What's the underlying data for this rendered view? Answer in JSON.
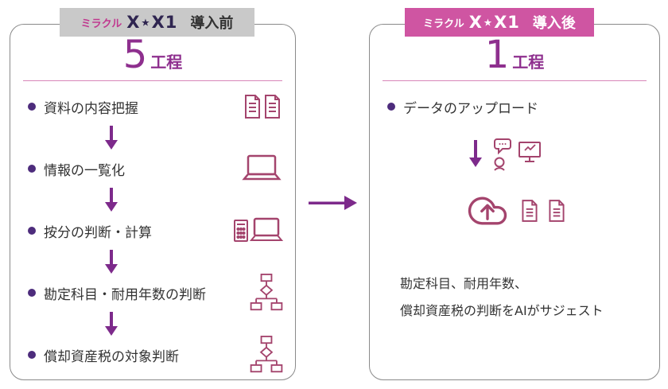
{
  "colors": {
    "accent_magenta": "#cf55a2",
    "deep_purple": "#7d2a8b",
    "number_purple": "#8e2f8e",
    "icon_rose": "#a4446d",
    "bullet_purple": "#4d2c7c",
    "badge_gray": "#c9c9c9",
    "rule_pink": "#d886b8",
    "text_dark": "#333333"
  },
  "before": {
    "badge": {
      "brand_prefix": "ミラクル",
      "brand_name": "X⋆X1",
      "label": "導入前"
    },
    "process_count": "5",
    "process_unit": "工程",
    "steps": [
      {
        "label": "資料の内容把握",
        "icon": "documents-icon"
      },
      {
        "label": "情報の一覧化",
        "icon": "laptop-icon"
      },
      {
        "label": "按分の判断・計算",
        "icon": "calculator-laptop-icon"
      },
      {
        "label": "勘定科目・耐用年数の判断",
        "icon": "flowchart-icon"
      },
      {
        "label": "償却資産税の対象判断",
        "icon": "flowchart-icon"
      }
    ]
  },
  "after": {
    "badge": {
      "brand_prefix": "ミラクル",
      "brand_name": "X⋆X1",
      "label": "導入後"
    },
    "process_count": "1",
    "process_unit": "工程",
    "steps": [
      {
        "label": "データのアップロード",
        "icon": "ai-thinking-monitor-icon"
      }
    ],
    "result_lines": [
      "勘定科目、耐用年数、",
      "償却資産税の判断をAIがサジェスト"
    ]
  }
}
